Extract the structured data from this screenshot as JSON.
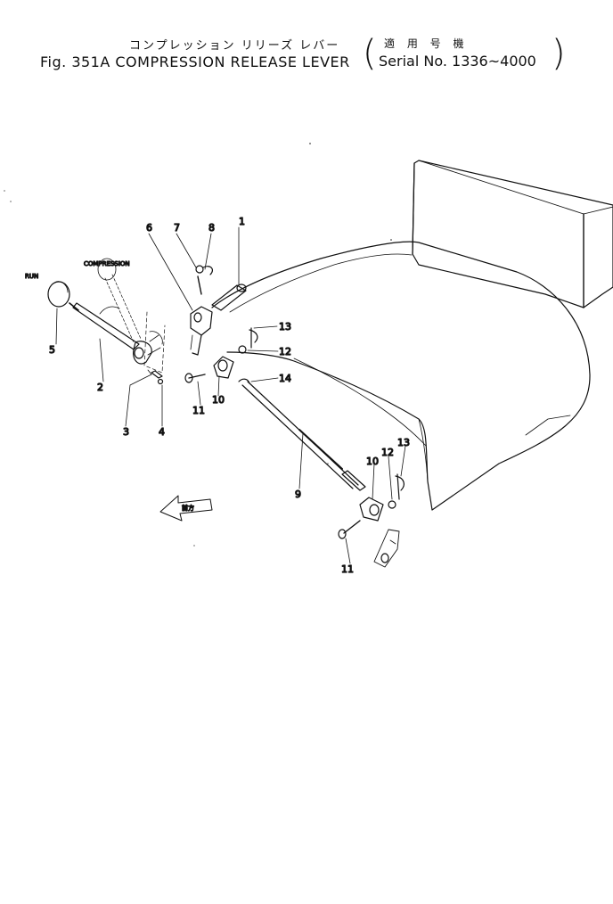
{
  "title": {
    "japanese": "コンプレッション リリーズ レバー",
    "figure": "Fig. 351A COMPRESSION RELEASE LEVER",
    "serial_japanese": "適 用 号 機",
    "serial": "Serial No. 1336~4000"
  },
  "diagram": {
    "callouts": [
      "1",
      "2",
      "3",
      "4",
      "5",
      "6",
      "7",
      "8",
      "9",
      "10",
      "10",
      "11",
      "11",
      "12",
      "12",
      "13",
      "13",
      "14"
    ],
    "knob_labels": {
      "run": "RUN",
      "compression": "COMPRESSION"
    },
    "arrow_label": "前方"
  }
}
